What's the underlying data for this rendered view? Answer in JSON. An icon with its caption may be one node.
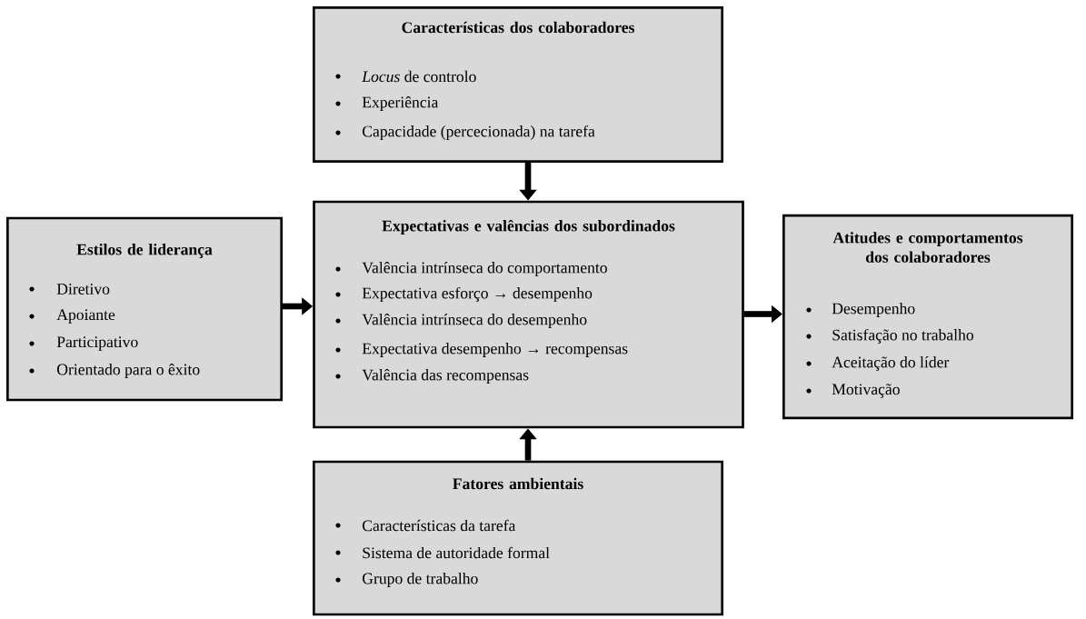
{
  "diagram": {
    "nodes": [
      {
        "text": [
          "Características dos colaboradores",
          "*Locus* de controlo",
          "Experiência",
          "Capacidade (percecionada) na tarefa"
        ]
      },
      {
        "text": [
          "Estilos de liderança",
          "Diretivo",
          "Apoiante",
          "Participativo",
          "Orientado para o êxito"
        ]
      },
      {
        "text": [
          "Expectativas e valências dos subordinados",
          "Valência intrínseca do comportamento",
          "Expectativa esforço → desempenho",
          "Valência intrínseca do desempenho",
          "Expectativa desempenho → recompensas",
          "Valência das recompensas"
        ]
      },
      {
        "text": [
          "Atitudes e comportamentos dos colaboradores",
          "Desempenho",
          "Satisfação no trabalho",
          "Aceitação do líder",
          "Motivação"
        ]
      },
      {
        "text": [
          "Fatores ambientais",
          "Características da tarefa",
          "Sistema de autoridade formal",
          "Grupo de trabalho"
        ]
      }
    ],
    "edges": [
      {
        "from": 0,
        "to": 2,
        "arrow": "to"
      },
      {
        "from": 1,
        "to": 2,
        "arrow": "to"
      },
      {
        "from": 2,
        "to": 3,
        "arrow": "to"
      },
      {
        "from": 4,
        "to": 2,
        "arrow": "to"
      }
    ]
  }
}
